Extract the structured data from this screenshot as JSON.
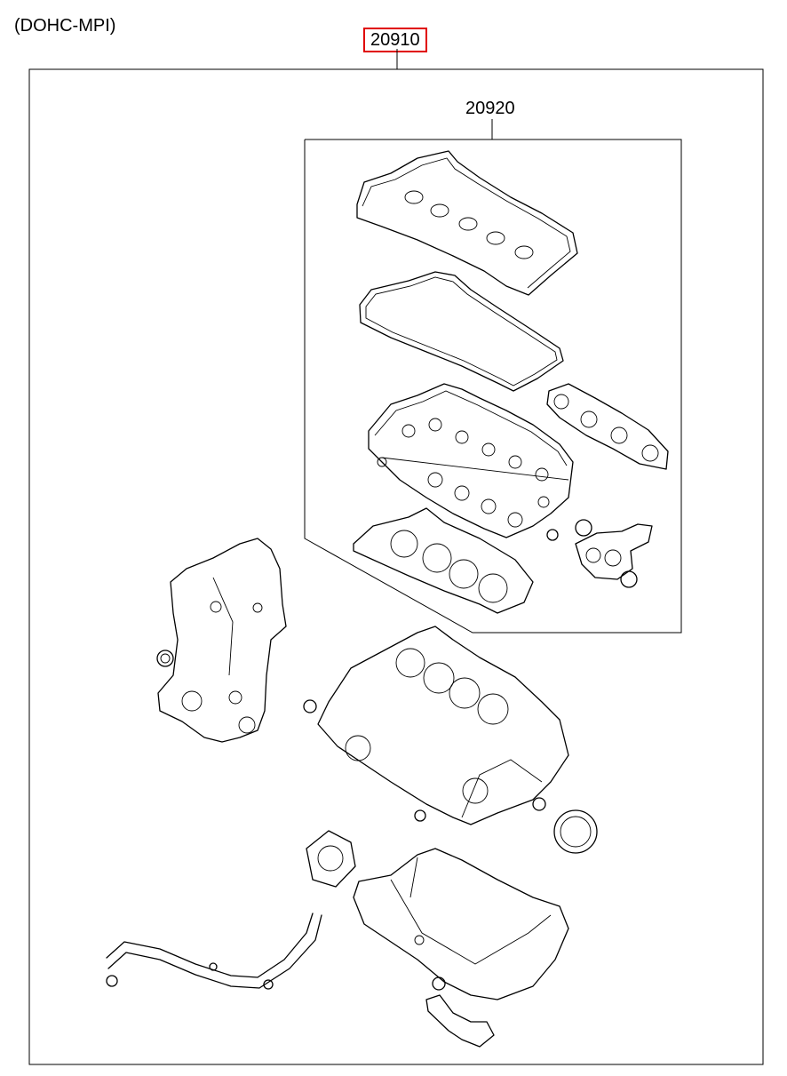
{
  "header": {
    "variant_label": "(DOHC-MPI)"
  },
  "callouts": {
    "main_part_number": "20910",
    "sub_part_number": "20920"
  },
  "colors": {
    "highlight": "#e00000",
    "line": "#000000",
    "background": "#ffffff"
  }
}
